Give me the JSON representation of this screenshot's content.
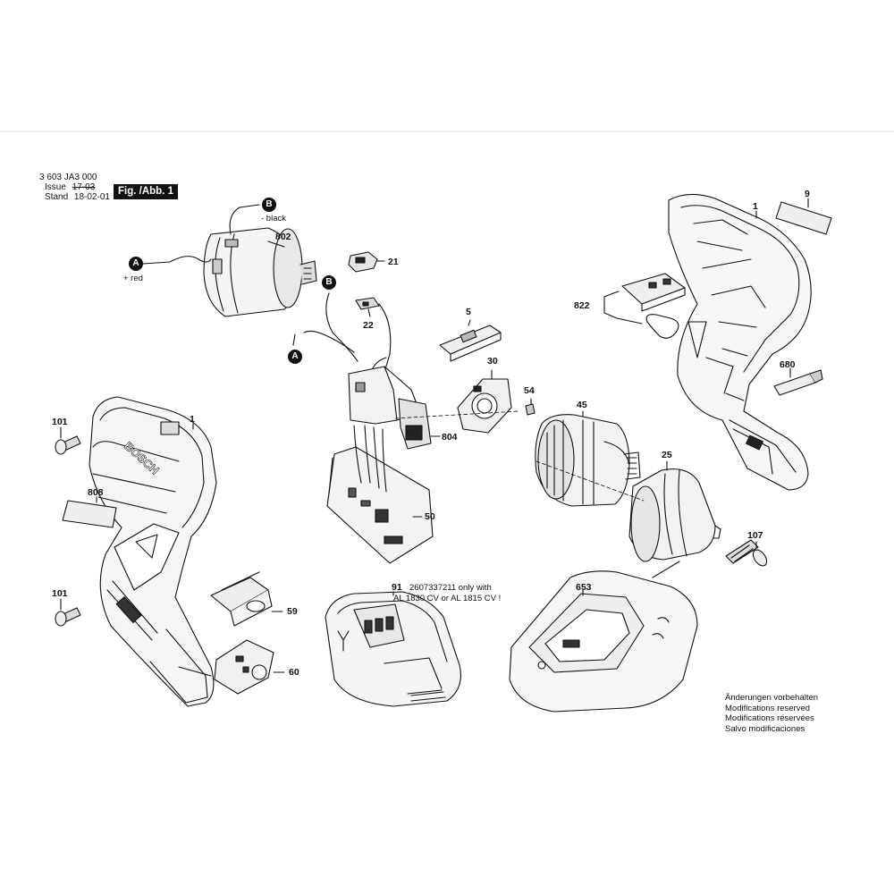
{
  "header": {
    "part_number": "3 603 JA3 000",
    "issue_label": "Issue",
    "issue_value": "17-03",
    "stand_label": "Stand",
    "stand_value": "18-02-01",
    "figure_label": "Fig. /Abb. 1"
  },
  "callouts": {
    "c802": "802",
    "c21": "21",
    "c22": "22",
    "c5": "5",
    "c30": "30",
    "c54": "54",
    "c45": "45",
    "c804": "804",
    "c50": "50",
    "c25": "25",
    "c107": "107",
    "c1_right": "1",
    "c9": "9",
    "c822": "822",
    "c680": "680",
    "c101_top": "101",
    "c1_left": "1",
    "c808": "808",
    "c101_bottom": "101",
    "c59": "59",
    "c60": "60",
    "c91": "91",
    "c653": "653"
  },
  "wires": {
    "b_top": "B",
    "b_top_note": "- black",
    "a_left": "A",
    "a_left_note": "+ red",
    "b_mid": "B",
    "a_mid": "A"
  },
  "note_91": {
    "line1": "2607337211 only with",
    "line2": "AL 1830 CV or AL 1815 CV !"
  },
  "modifications": [
    "Änderungen vorbehalten",
    "Modifications reserved",
    "Modifications réservées",
    "Salvo modificaciones"
  ],
  "brand_marks": {
    "housing_logo": "BOSCH"
  },
  "colors": {
    "ink": "#111111",
    "paper": "#ffffff"
  }
}
